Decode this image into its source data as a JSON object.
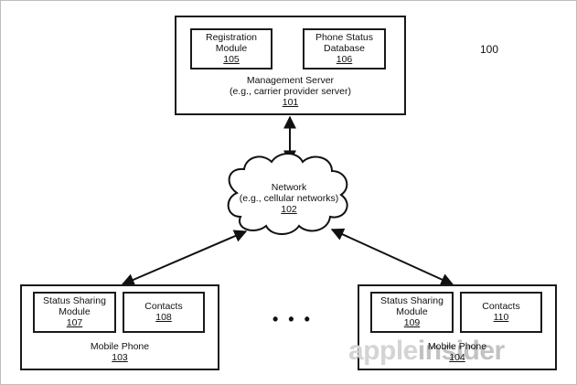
{
  "figure_number": "100",
  "management_server": {
    "title": "Management Server",
    "subtitle": "(e.g., carrier provider server)",
    "ref": "101",
    "registration_module": {
      "line1": "Registration",
      "line2": "Module",
      "ref": "105"
    },
    "phone_status_database": {
      "line1": "Phone Status",
      "line2": "Database",
      "ref": "106"
    }
  },
  "network": {
    "title": "Network",
    "subtitle": "(e.g., cellular networks)",
    "ref": "102"
  },
  "mobile_phone_left": {
    "title": "Mobile Phone",
    "ref": "103",
    "status_sharing": {
      "line1": "Status Sharing",
      "line2": "Module",
      "ref": "107"
    },
    "contacts": {
      "label": "Contacts",
      "ref": "108"
    }
  },
  "mobile_phone_right": {
    "title": "Mobile Phone",
    "ref": "104",
    "status_sharing": {
      "line1": "Status Sharing",
      "line2": "Module",
      "ref": "109"
    },
    "contacts": {
      "label": "Contacts",
      "ref": "110"
    }
  },
  "ellipsis": "• • •",
  "watermark": {
    "part1": "apple",
    "part2": "insider"
  }
}
